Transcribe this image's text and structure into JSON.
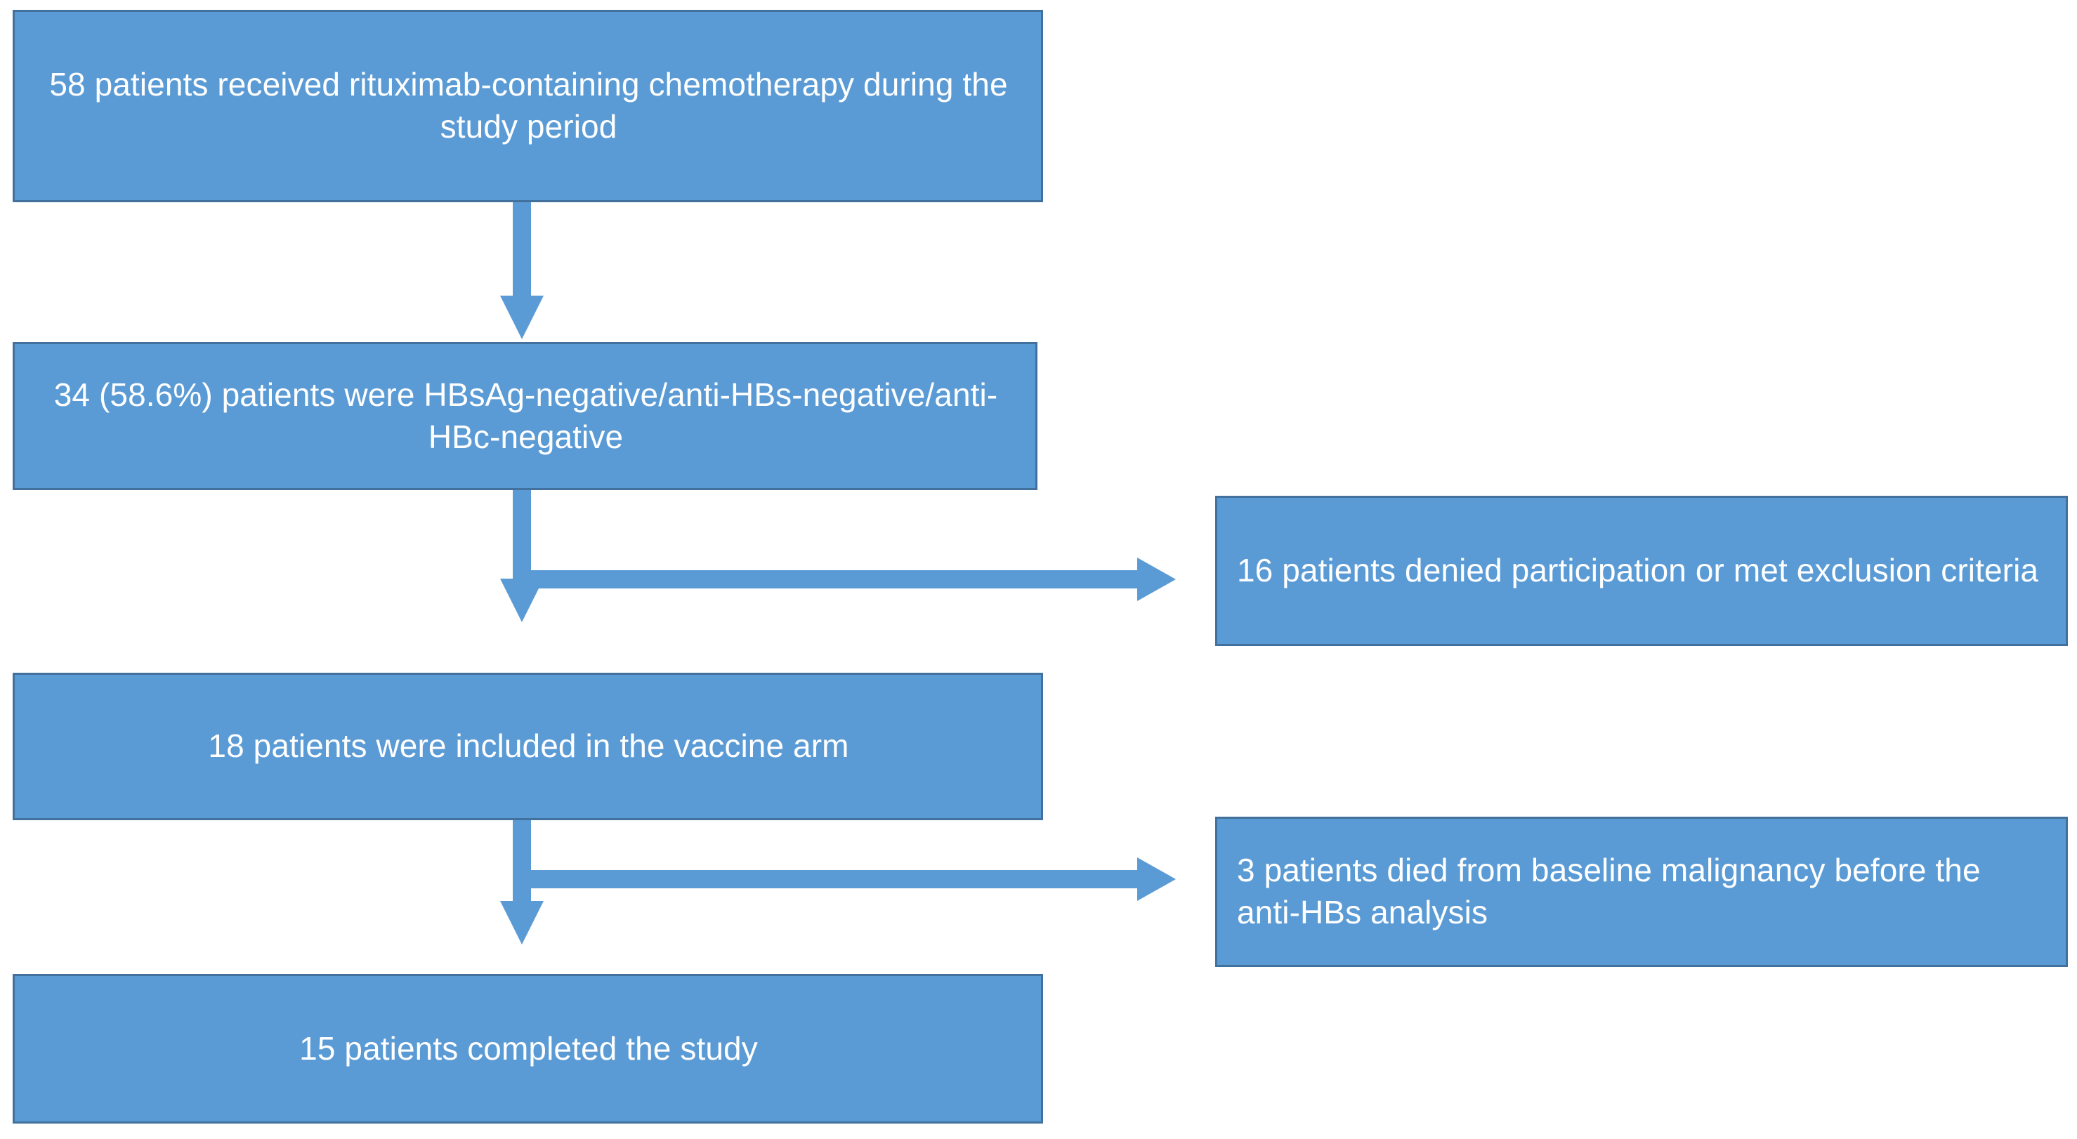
{
  "diagram": {
    "title": "Patient enrollment flow diagram",
    "type": "flowchart",
    "colors": {
      "node_fill": "#5B9BD5",
      "node_border": "#41719C",
      "node_text": "#FFFFFF",
      "connector": "#5B9BD5",
      "background": "#FFFFFF"
    },
    "nodes": [
      {
        "id": "n1",
        "text": "58 patients received rituximab-containing chemotherapy during the study period",
        "align": "center"
      },
      {
        "id": "n2",
        "text": "34 (58.6%) patients were HBsAg-negative/anti-HBs-negative/anti-HBc-negative",
        "align": "center"
      },
      {
        "id": "n3",
        "text": "18 patients were included in the vaccine arm",
        "align": "center"
      },
      {
        "id": "n4",
        "text": "15 patients completed the study",
        "align": "center"
      },
      {
        "id": "s1",
        "text": "16 patients denied participation or met exclusion criteria",
        "align": "left"
      },
      {
        "id": "s2",
        "text": "3 patients died from baseline malignancy before the anti-HBs analysis",
        "align": "left"
      }
    ],
    "edges": [
      {
        "id": "e1",
        "from": "n1",
        "to": "n2",
        "direction": "down"
      },
      {
        "id": "e2",
        "from": "n2",
        "to": "n3",
        "direction": "down"
      },
      {
        "id": "e3",
        "from": "n2",
        "to": "s1",
        "direction": "right"
      },
      {
        "id": "e4",
        "from": "n3",
        "to": "n4",
        "direction": "down"
      },
      {
        "id": "e5",
        "from": "n3",
        "to": "s2",
        "direction": "right"
      }
    ]
  }
}
